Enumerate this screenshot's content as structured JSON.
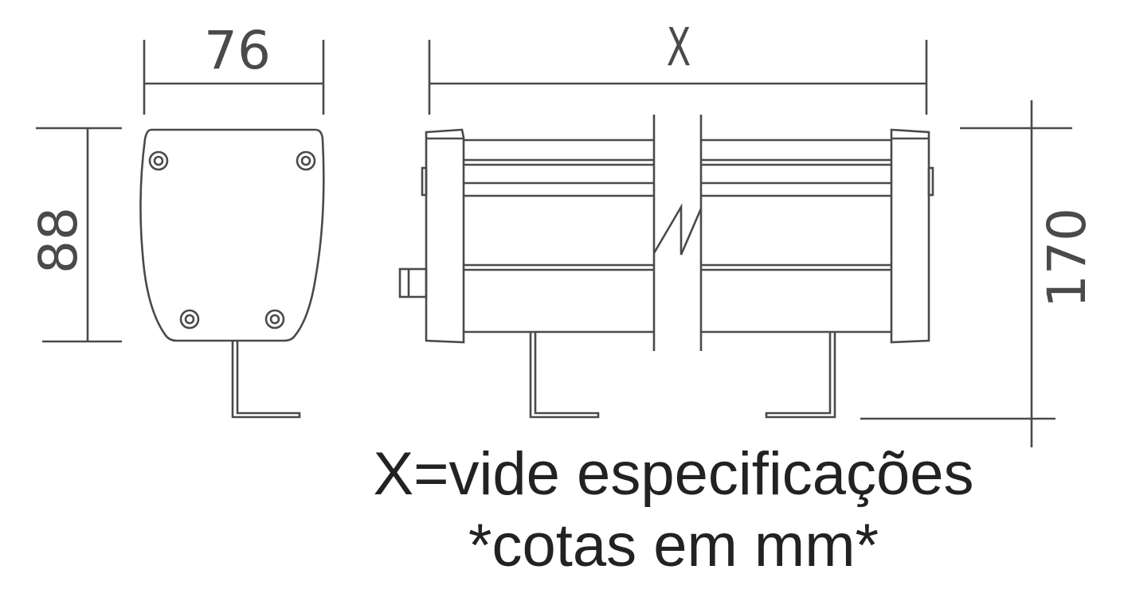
{
  "dimensions": {
    "width": "76",
    "length": "X",
    "height_front": "88",
    "height_side": "170"
  },
  "notes": {
    "line1": "X=vide especificações",
    "line2": "*cotas em mm*"
  },
  "colors": {
    "line": "#4a4a4a",
    "text": "#222222",
    "background": "#ffffff"
  }
}
